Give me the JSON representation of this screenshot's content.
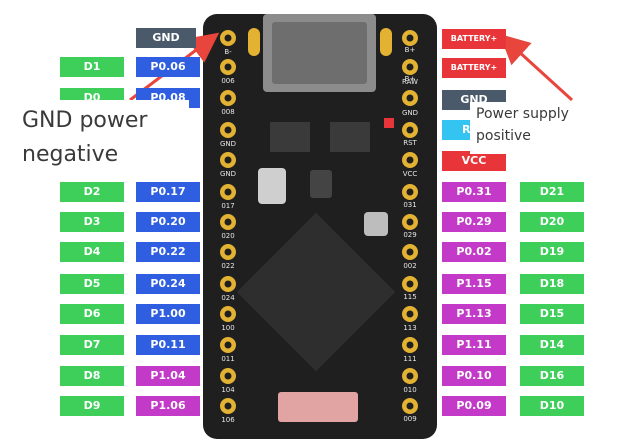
{
  "colors": {
    "digital": "#3ecf5b",
    "port": "#2f5fe0",
    "port_alt": "#c23ac7",
    "gnd": "#4a5a6a",
    "power": "#e8353a",
    "reset": "#33c4f2",
    "board": "#1f1f1f",
    "pad": "#e3b233",
    "arrow": "#e8453c"
  },
  "left_labels": [
    {
      "d": "D1",
      "p": "P0.06"
    },
    {
      "d": "D0",
      "p": "P0.08"
    },
    {
      "d": "D2",
      "p": "P0.17"
    },
    {
      "d": "D3",
      "p": "P0.20"
    },
    {
      "d": "D4",
      "p": "P0.22"
    },
    {
      "d": "D5",
      "p": "P0.24"
    },
    {
      "d": "D6",
      "p": "P1.00"
    },
    {
      "d": "D7",
      "p": "P0.11"
    },
    {
      "d": "D8",
      "p": "P1.04"
    },
    {
      "d": "D9",
      "p": "P1.06"
    }
  ],
  "right_labels": [
    {
      "p": "P0.31",
      "d": "D21"
    },
    {
      "p": "P0.29",
      "d": "D20"
    },
    {
      "p": "P0.02",
      "d": "D19"
    },
    {
      "p": "P1.15",
      "d": "D18"
    },
    {
      "p": "P1.13",
      "d": "D15"
    },
    {
      "p": "P1.11",
      "d": "D14"
    },
    {
      "p": "P0.10",
      "d": "D16"
    },
    {
      "p": "P0.09",
      "d": "D10"
    }
  ],
  "top_left_gnd": "GND",
  "battery_top": "BATTERY+",
  "battery_second": "BATTERY+",
  "right_gnd": "GND",
  "right_rst": "RST",
  "right_vcc": "VCC",
  "silk_left": [
    "B-",
    "006",
    "008",
    "GND",
    "GND",
    "017",
    "020",
    "022",
    "024",
    "100",
    "011",
    "104",
    "106"
  ],
  "silk_right": [
    "B+",
    "B+",
    "RAW",
    "GND",
    "RST",
    "VCC",
    "031",
    "029",
    "002",
    "115",
    "113",
    "111",
    "010",
    "009"
  ],
  "callouts": {
    "gnd_line1": "GND power",
    "gnd_line2": "negative",
    "power_line1": "Power supply",
    "power_line2": "positive"
  }
}
